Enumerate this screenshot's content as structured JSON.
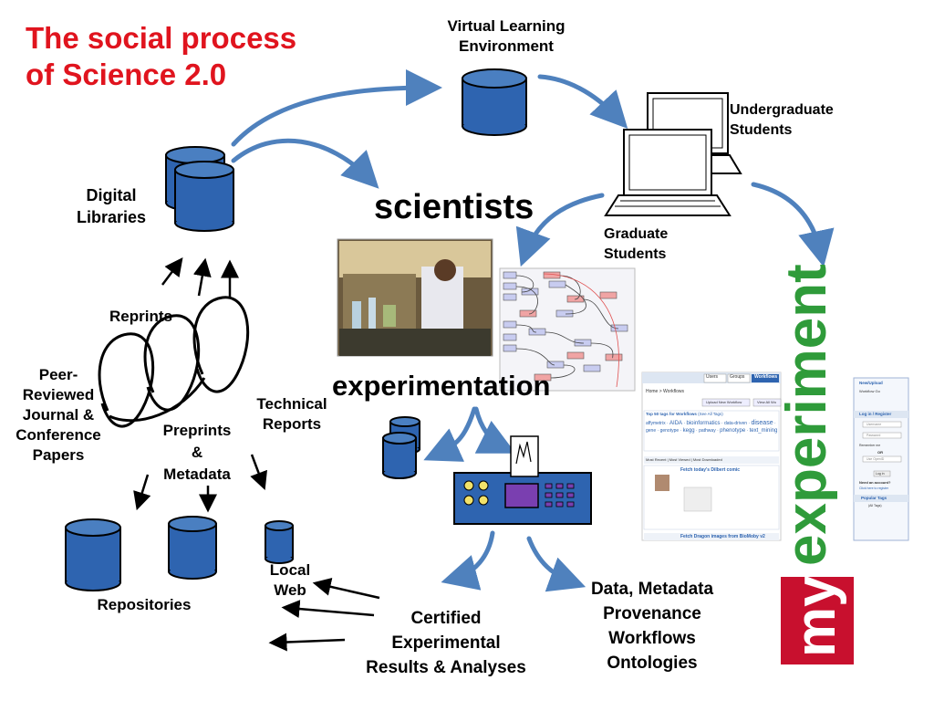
{
  "title": {
    "line1": "The social process",
    "line2": "of Science 2.0"
  },
  "labels": {
    "vle_line1": "Virtual Learning",
    "vle_line2": "Environment",
    "undergrad_line1": "Undergraduate",
    "undergrad_line2": "Students",
    "grad_line1": "Graduate",
    "grad_line2": "Students",
    "digital_line1": "Digital",
    "digital_line2": "Libraries",
    "scientists": "scientists",
    "experimentation": "experimentation",
    "reprints": "Reprints",
    "peer_line1": "Peer-",
    "peer_line2": "Reviewed",
    "peer_line3": "Journal &",
    "peer_line4": "Conference",
    "peer_line5": "Papers",
    "technical_line1": "Technical",
    "technical_line2": "Reports",
    "preprints_line1": "Preprints",
    "preprints_line2": "&",
    "preprints_line3": "Metadata",
    "repositories": "Repositories",
    "localweb_line1": "Local",
    "localweb_line2": "Web",
    "certified_line1": "Certified",
    "certified_line2": "Experimental",
    "certified_line3": "Results & Analyses",
    "data_line1": "Data, Metadata",
    "data_line2": "Provenance",
    "data_line3": "Workflows",
    "data_line4": "Ontologies"
  },
  "brand": {
    "my": "my",
    "experiment": "experiment"
  },
  "screenshot": {
    "tabs": [
      "Users",
      "Groups",
      "Workflows"
    ],
    "breadcrumb": "Home > Workflows",
    "buttons": [
      "Upload New Workflow",
      "View All Wo"
    ],
    "tags_header": "Top 50 tags for Workflows",
    "tags_link": "(See All Tags)",
    "tags": [
      "affymetrix",
      "AIDA",
      "bioinformatics",
      "data-driven",
      "disease",
      "gene",
      "genotype",
      "kegg",
      "pathway",
      "phenotype",
      "text_mining"
    ],
    "list_tabs": [
      "Most Recent",
      "Most Viewed",
      "Most Downloaded"
    ],
    "items": [
      "Fetch today's Dilbert comic",
      "Fetch Dragon images from BioMoby v2"
    ],
    "sidebar": {
      "new_upload": "New/Upload",
      "workflow": "Workflow",
      "go": "Go",
      "login_header": "Log in / Register",
      "username": "Username",
      "password": "Password",
      "remember": "Remember me",
      "or": "OR",
      "openid": "Use OpenID",
      "login_btn": "Log in",
      "need_account": "Need an account?",
      "click_here": "Click here to register",
      "popular_tags": "Popular Tags",
      "all_tags": "(All Tags)"
    }
  },
  "colors": {
    "title_red": "#e0141e",
    "arrow_blue": "#4f81bd",
    "db_blue": "#2e64b0",
    "brand_green": "#2f9b3a",
    "brand_red": "#c8102e"
  }
}
